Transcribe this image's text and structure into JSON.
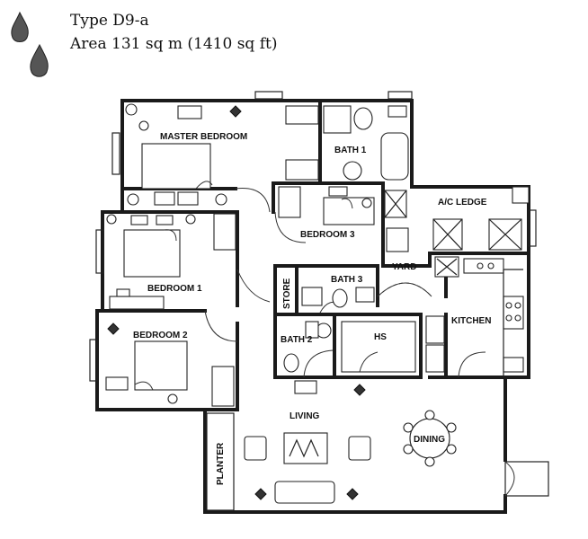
{
  "header": {
    "type_line": "Type D9-a",
    "area_line": "Area 131 sq m (1410 sq ft)"
  },
  "rooms": {
    "master_bedroom": "MASTER BEDROOM",
    "bath1": "BATH 1",
    "bedroom3": "BEDROOM 3",
    "ac_ledge": "A/C LEDGE",
    "yard": "YARD",
    "bedroom1": "BEDROOM 1",
    "store": "STORE",
    "bath3": "BATH 3",
    "kitchen": "KITCHEN",
    "bedroom2": "BEDROOM 2",
    "bath2": "BATH 2",
    "hs": "HS",
    "living": "LIVING",
    "dining": "DINING",
    "planter": "PLANTER"
  },
  "icons": [
    "drop-icon",
    "drop-icon"
  ]
}
